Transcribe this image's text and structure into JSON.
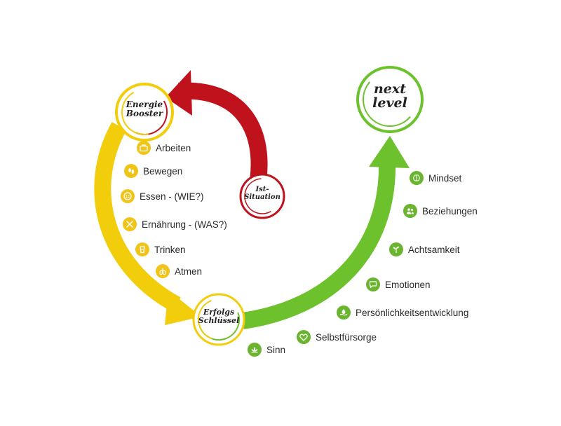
{
  "colors": {
    "red": "#c0121c",
    "yellow": "#f2cd0c",
    "green": "#6cc12c",
    "green_dark": "#4fa81e",
    "yellow_badge": "#f0c419",
    "green_badge": "#6ab42f"
  },
  "nodes": {
    "ist_situation": {
      "line1": "Ist-",
      "line2": "Situation"
    },
    "energie_booster": {
      "line1": "Energie",
      "line2": "Booster"
    },
    "erfolgs_schluessel": {
      "line1": "Erfolgs",
      "line2": "Schlüssel"
    },
    "next_level": {
      "line1": "next",
      "line2": "level"
    }
  },
  "energy_items": [
    {
      "label": "Arbeiten",
      "icon": "briefcase-icon"
    },
    {
      "label": "Bewegen",
      "icon": "footprints-icon"
    },
    {
      "label": "Essen - (WIE?)",
      "icon": "smiley-icon"
    },
    {
      "label": "Ernährung - (WAS?)",
      "icon": "fork-knife-icon"
    },
    {
      "label": "Trinken",
      "icon": "glass-icon"
    },
    {
      "label": "Atmen",
      "icon": "lungs-icon"
    }
  ],
  "success_items": [
    {
      "label": "Mindset",
      "icon": "brain-icon"
    },
    {
      "label": "Beziehungen",
      "icon": "people-icon"
    },
    {
      "label": "Achtsamkeit",
      "icon": "sprout-icon"
    },
    {
      "label": "Emotionen",
      "icon": "chat-icon"
    },
    {
      "label": "Persönlichkeitsentwicklung",
      "icon": "hand-drop-icon"
    },
    {
      "label": "Selbstfürsorge",
      "icon": "heart-icon"
    },
    {
      "label": "Sinn",
      "icon": "lotus-icon"
    }
  ]
}
